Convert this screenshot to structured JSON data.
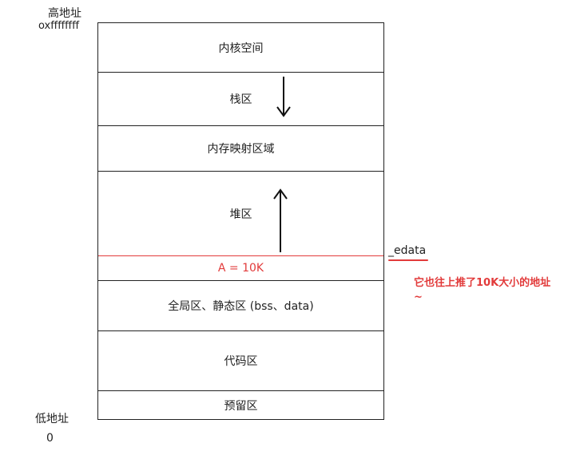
{
  "labels": {
    "high_address": "高地址",
    "high_address_value": "oxffffffff",
    "low_address": "低地址",
    "low_address_value": "0"
  },
  "segments": {
    "kernel": "内核空间",
    "stack": "栈区",
    "mmap": "内存映射区域",
    "heap": "堆区",
    "alloc": "A = 10K",
    "global": "全局区、静态区 (bss、data)",
    "code": "代码区",
    "reserved": "预留区"
  },
  "edata": {
    "label": "_edata",
    "note": "它也往上推了10K大小的地址~"
  },
  "colors": {
    "accent": "#e23b3b",
    "line": "#222222"
  }
}
